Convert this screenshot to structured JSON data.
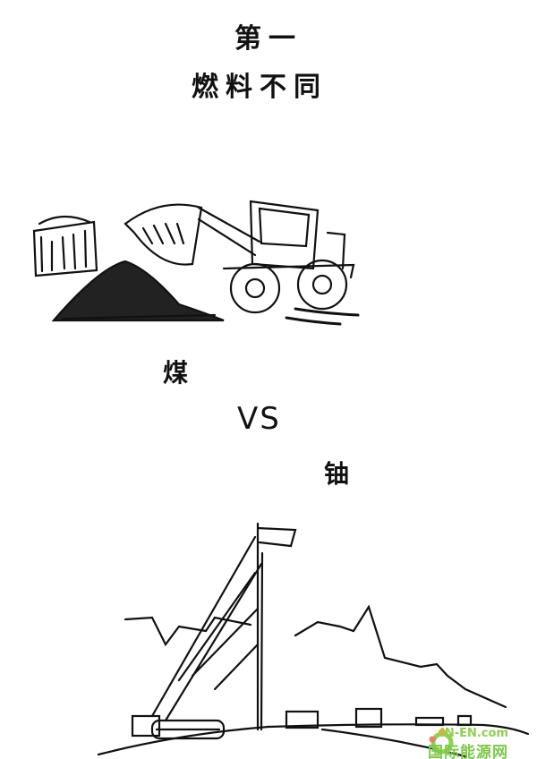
{
  "heading": {
    "line1": "第一",
    "line2": "燃料不同"
  },
  "labels": {
    "coal": "煤",
    "versus": "VS",
    "uranium": "铀"
  },
  "watermark": {
    "brand_en": "IN-EN.com",
    "brand_cn": "国际能源网",
    "color": "#7cc84a"
  }
}
